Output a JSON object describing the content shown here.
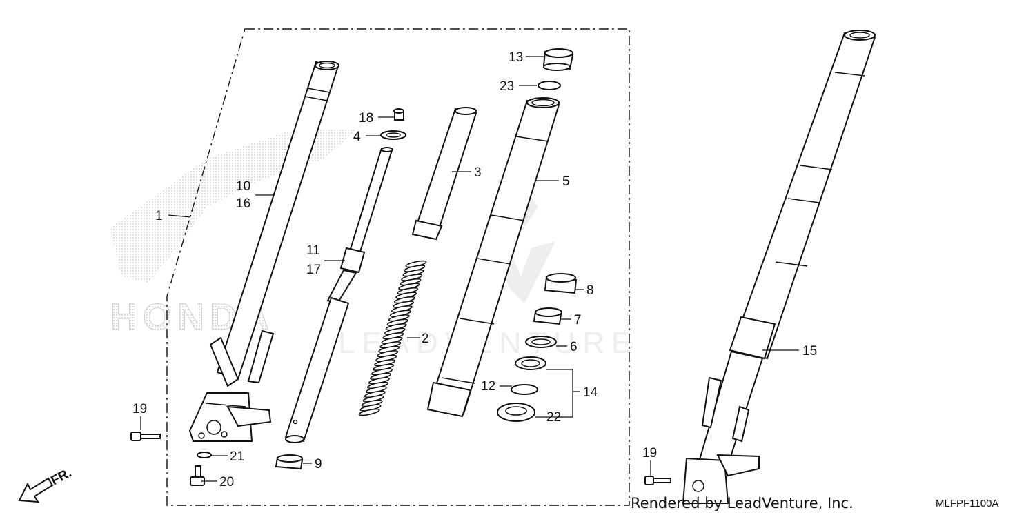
{
  "diagram": {
    "callouts": {
      "c1": "1",
      "c2": "2",
      "c3": "3",
      "c4": "4",
      "c5": "5",
      "c6": "6",
      "c7": "7",
      "c8": "8",
      "c9": "9",
      "c10": "10",
      "c11": "11",
      "c12": "12",
      "c13": "13",
      "c14": "14",
      "c15": "15",
      "c16": "16",
      "c17": "17",
      "c18": "18",
      "c19a": "19",
      "c19b": "19",
      "c20": "20",
      "c21": "21",
      "c22": "22",
      "c23": "23"
    },
    "direction_label": "FR.",
    "watermark": {
      "brand": "HONDA",
      "text": "LEADVENTURE"
    }
  },
  "footer": {
    "rendered_by": "Rendered by LeadVenture, Inc.",
    "diagram_code": "MLFPF1100A"
  },
  "colors": {
    "ink": "#111111",
    "watermark": "#d9d9d9",
    "background": "#ffffff"
  }
}
